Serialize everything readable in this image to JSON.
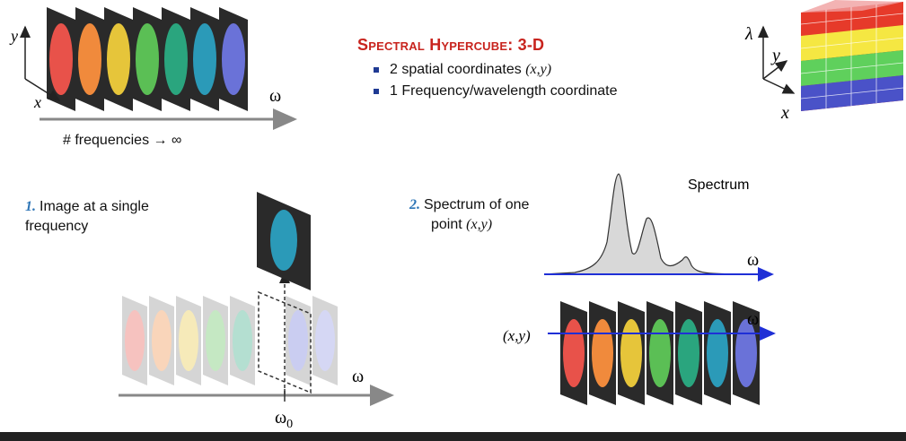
{
  "title": "Spectral Hypercube: 3-D",
  "bullets": [
    {
      "text": "2 spatial coordinates",
      "coord": "(x,y)"
    },
    {
      "text": "1 Frequency/wavelength coordinate"
    }
  ],
  "top_stack": {
    "axis_y": "y",
    "axis_x": "x",
    "axis_omega": "ω",
    "caption": "# frequencies → ∞"
  },
  "cube": {
    "axis_lambda": "λ",
    "axis_y": "y",
    "axis_x": "x"
  },
  "panel1": {
    "number": "1.",
    "label_line1": "Image at a single",
    "label_line2": "frequency",
    "axis_omega": "ω",
    "omega0": "ω",
    "omega0_sub": "0"
  },
  "panel2": {
    "number": "2.",
    "label_line1": "Spectrum of one",
    "label_line2": "point",
    "coord": "(x,y)",
    "spectrum_title": "Spectrum",
    "axis_omega_top": "ω",
    "axis_omega_bottom": "ω",
    "xy_label": "(x,y)"
  },
  "colors": {
    "accent_red": "#c8241e",
    "bullet": "#1f3a93",
    "number": "#2e75b6",
    "arrow_blue": "#1f2fd6",
    "slice_colors": [
      "#e8524a",
      "#f08a3c",
      "#e6c53a",
      "#5bbf55",
      "#2aa57e",
      "#2b9ab8",
      "#6a72d8"
    ]
  }
}
